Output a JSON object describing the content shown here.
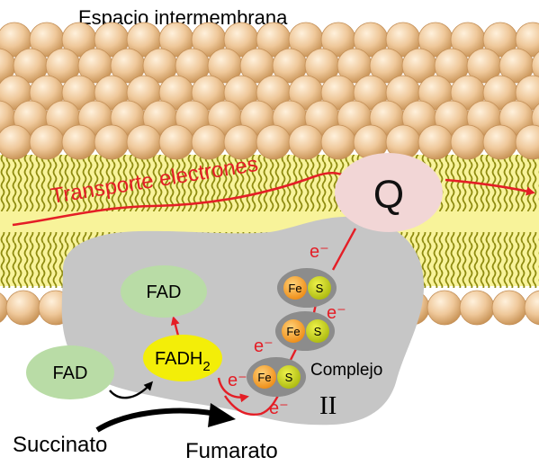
{
  "labels": {
    "intermembrane": "Espacio intermembrana",
    "transport": "Transporte electrones",
    "q": "Q",
    "fad_top": "FAD",
    "fad_left": "FAD",
    "fadh_main": "FADH",
    "fadh_sub": "2",
    "complex_name": "Complejo",
    "complex_roman": "II",
    "succinate": "Succinato",
    "fumarate": "Fumarato",
    "electron": "e⁻",
    "fe": "Fe",
    "s": "S"
  },
  "colors": {
    "lipid_head": "#edc696",
    "lipid_band": "#f8f39a",
    "lipid_tail": "#8e8b10",
    "complex_fill": "#c6c6c6",
    "q_fill": "#f2d6d6",
    "fad_fill": "#b9dca6",
    "fadh_fill": "#f3ee08",
    "electron_path": "#e41e26",
    "fe_fill": "#f7a020",
    "s_fill": "#c8d420",
    "cluster_fill": "#8c8c8c",
    "black_arrow": "#000000"
  }
}
